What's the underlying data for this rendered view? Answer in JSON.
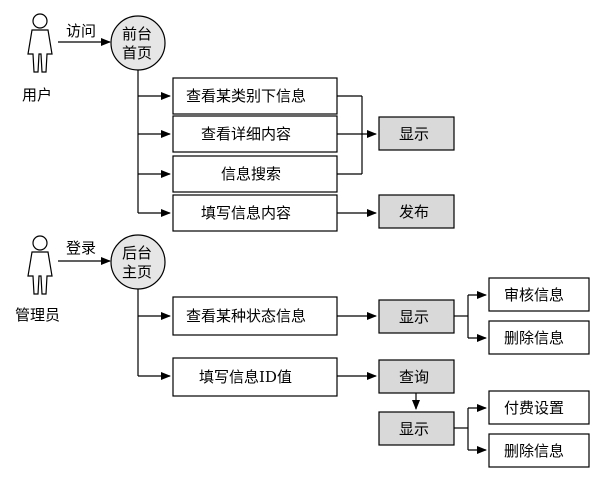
{
  "actors": {
    "user": "用户",
    "admin": "管理员"
  },
  "edges": {
    "visit": "访问",
    "login": "登录"
  },
  "front": {
    "line1": "前台",
    "line2": "首页",
    "boxes": [
      "查看某类别下信息",
      "查看详细内容",
      "信息搜索",
      "填写信息内容"
    ],
    "show": "显示",
    "publish": "发布"
  },
  "back": {
    "line1": "后台",
    "line2": "主页",
    "status_box": "查看某种状态信息",
    "id_box": "填写信息ID值",
    "show1": "显示",
    "review": "审核信息",
    "delete1": "删除信息",
    "query": "查询",
    "show2": "显示",
    "pay_setting": "付费设置",
    "delete2": "删除信息"
  }
}
